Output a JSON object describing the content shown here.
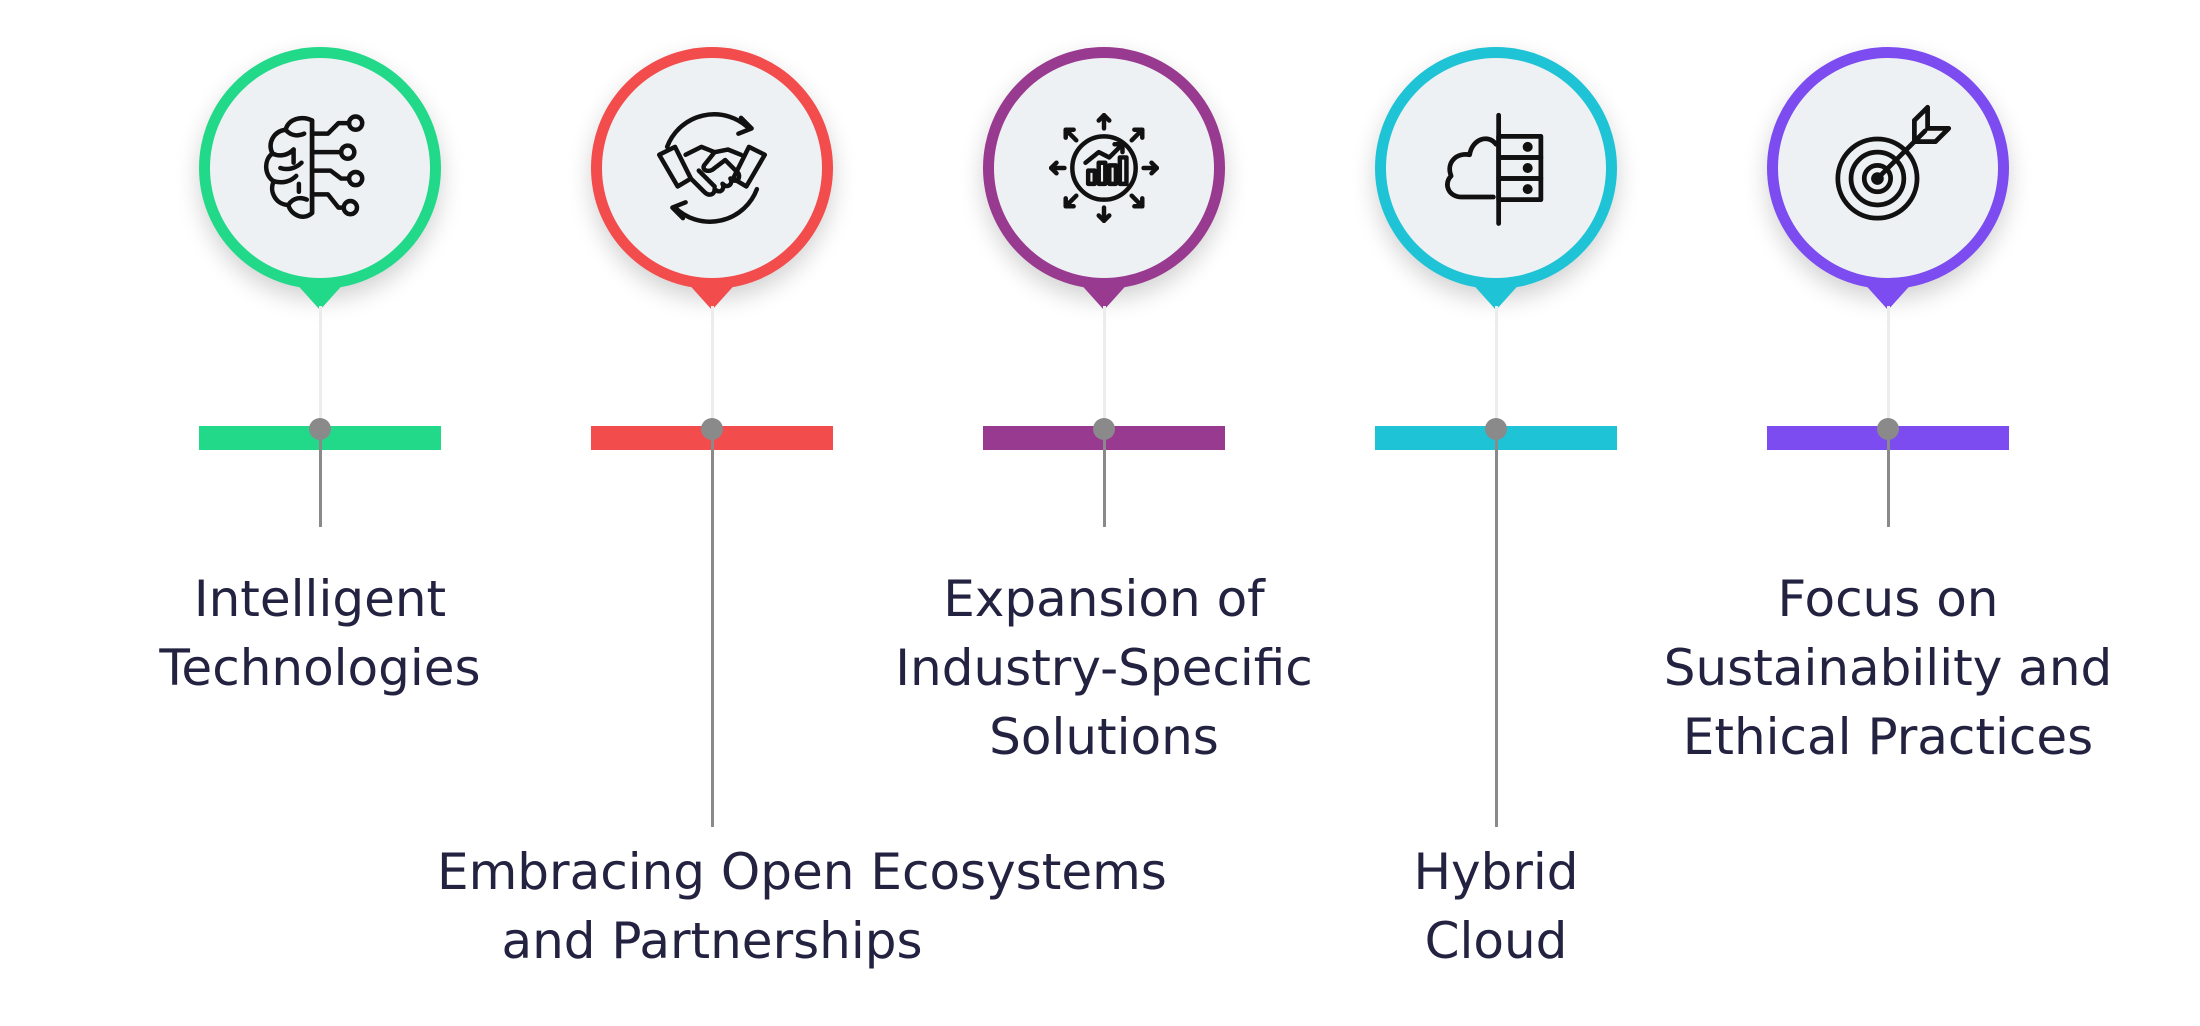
{
  "milestones": [
    {
      "id": "intelligent",
      "color": "#22d98a",
      "icon": "brain-circuit-icon",
      "label_lines": [
        "Intelligent",
        "Technologies"
      ],
      "label_position": "upper"
    },
    {
      "id": "open-ecosystems",
      "color": "#f24c4c",
      "icon": "handshake-icon",
      "label_lines": [
        "Embracing Open Ecosystems",
        "and Partnerships"
      ],
      "label_position": "lower"
    },
    {
      "id": "industry-solutions",
      "color": "#983a8f",
      "icon": "growth-chart-icon",
      "label_lines": [
        "Expansion of",
        "Industry-Specific",
        "Solutions"
      ],
      "label_position": "upper"
    },
    {
      "id": "hybrid-cloud",
      "color": "#1ec3d6",
      "icon": "cloud-server-icon",
      "label_lines": [
        "Hybrid",
        "Cloud"
      ],
      "label_position": "lower"
    },
    {
      "id": "sustainability",
      "color": "#7c4cf0",
      "icon": "target-arrow-icon",
      "label_lines": [
        "Focus on",
        "Sustainability and",
        "Ethical Practices"
      ],
      "label_position": "upper"
    }
  ]
}
